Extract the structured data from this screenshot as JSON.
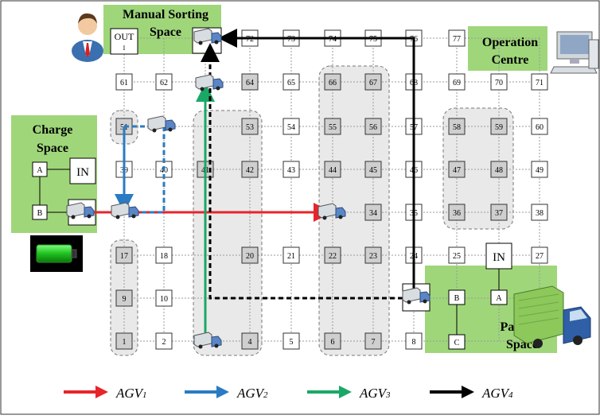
{
  "labels": {
    "manual_sorting": [
      "Manual Sorting",
      "Space"
    ],
    "operation_centre": [
      "Operation",
      "Centre"
    ],
    "charge_space": [
      "Charge",
      "Space"
    ],
    "parking_space": [
      "Parking",
      "Space"
    ]
  },
  "nodes": [
    {
      "id": "n1",
      "label": "1",
      "shaded": true
    },
    {
      "id": "n2",
      "label": "2",
      "shaded": false
    },
    {
      "id": "n4",
      "label": "4",
      "shaded": true
    },
    {
      "id": "n5",
      "label": "5",
      "shaded": false
    },
    {
      "id": "n6",
      "label": "6",
      "shaded": true
    },
    {
      "id": "n7",
      "label": "7",
      "shaded": true
    },
    {
      "id": "n8",
      "label": "8",
      "shaded": false
    },
    {
      "id": "n9",
      "label": "9",
      "shaded": true
    },
    {
      "id": "n10",
      "label": "10",
      "shaded": false
    },
    {
      "id": "n17",
      "label": "17",
      "shaded": true
    },
    {
      "id": "n18",
      "label": "18",
      "shaded": false
    },
    {
      "id": "n20",
      "label": "20",
      "shaded": true
    },
    {
      "id": "n21",
      "label": "21",
      "shaded": false
    },
    {
      "id": "n22",
      "label": "22",
      "shaded": true
    },
    {
      "id": "n23",
      "label": "23",
      "shaded": true
    },
    {
      "id": "n24",
      "label": "24",
      "shaded": false
    },
    {
      "id": "n25",
      "label": "25",
      "shaded": false
    },
    {
      "id": "n27",
      "label": "27",
      "shaded": false
    },
    {
      "id": "n34",
      "label": "34",
      "shaded": true
    },
    {
      "id": "n35",
      "label": "35",
      "shaded": false
    },
    {
      "id": "n36",
      "label": "36",
      "shaded": true
    },
    {
      "id": "n37",
      "label": "37",
      "shaded": true
    },
    {
      "id": "n38",
      "label": "38",
      "shaded": false
    },
    {
      "id": "n39",
      "label": "39",
      "shaded": false
    },
    {
      "id": "n40",
      "label": "40",
      "shaded": false
    },
    {
      "id": "n41",
      "label": "41",
      "shaded": true
    },
    {
      "id": "n42",
      "label": "42",
      "shaded": true
    },
    {
      "id": "n43",
      "label": "43",
      "shaded": false
    },
    {
      "id": "n44",
      "label": "44",
      "shaded": true
    },
    {
      "id": "n45",
      "label": "45",
      "shaded": true
    },
    {
      "id": "n46",
      "label": "46",
      "shaded": false
    },
    {
      "id": "n47",
      "label": "47",
      "shaded": true
    },
    {
      "id": "n48",
      "label": "48",
      "shaded": true
    },
    {
      "id": "n49",
      "label": "49",
      "shaded": false
    },
    {
      "id": "n51",
      "label": "51",
      "shaded": true
    },
    {
      "id": "n53",
      "label": "53",
      "shaded": true
    },
    {
      "id": "n54",
      "label": "54",
      "shaded": false
    },
    {
      "id": "n55",
      "label": "55",
      "shaded": true
    },
    {
      "id": "n56",
      "label": "56",
      "shaded": true
    },
    {
      "id": "n57",
      "label": "57",
      "shaded": false
    },
    {
      "id": "n58",
      "label": "58",
      "shaded": true
    },
    {
      "id": "n59",
      "label": "59",
      "shaded": true
    },
    {
      "id": "n60",
      "label": "60",
      "shaded": false
    },
    {
      "id": "n61",
      "label": "61",
      "shaded": false
    },
    {
      "id": "n62",
      "label": "62",
      "shaded": false
    },
    {
      "id": "n64",
      "label": "64",
      "shaded": true
    },
    {
      "id": "n65",
      "label": "65",
      "shaded": false
    },
    {
      "id": "n66",
      "label": "66",
      "shaded": true
    },
    {
      "id": "n67",
      "label": "67",
      "shaded": true
    },
    {
      "id": "n68",
      "label": "68",
      "shaded": false
    },
    {
      "id": "n69",
      "label": "69",
      "shaded": false
    },
    {
      "id": "n70",
      "label": "70",
      "shaded": false
    },
    {
      "id": "n71",
      "label": "71",
      "shaded": false
    },
    {
      "id": "n72",
      "label": "72",
      "shaded": false
    },
    {
      "id": "n73",
      "label": "73",
      "shaded": false
    },
    {
      "id": "n74",
      "label": "74",
      "shaded": false
    },
    {
      "id": "n75",
      "label": "75",
      "shaded": false
    },
    {
      "id": "n76",
      "label": "76",
      "shaded": false
    },
    {
      "id": "n77",
      "label": "77",
      "shaded": false
    }
  ],
  "out_box": [
    "OUT",
    "I"
  ],
  "in_charge": "IN",
  "in_parking": "IN",
  "charge_a": "A",
  "charge_b": "B",
  "park_a": "A",
  "park_b": "B",
  "park_c": "C",
  "legend": [
    {
      "name": "AGV",
      "sub": "1",
      "color": "#e8242b"
    },
    {
      "name": "AGV",
      "sub": "2",
      "color": "#2a7bc3"
    },
    {
      "name": "AGV",
      "sub": "3",
      "color": "#1aa866"
    },
    {
      "name": "AGV",
      "sub": "4",
      "color": "#000000"
    }
  ],
  "colors": {
    "zone": "#9fd67a",
    "shaded_node": "#cfcfcf",
    "cluster": "#e9e9e9"
  }
}
